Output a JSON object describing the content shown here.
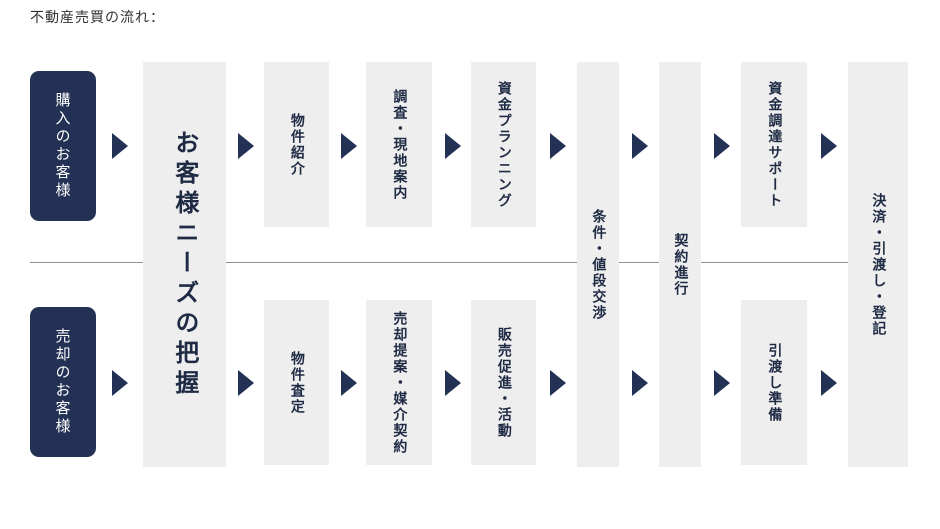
{
  "title": "不動産売買の流れ：",
  "customers": {
    "buy": "購入のお客様",
    "sell": "売却のお客様"
  },
  "steps": {
    "needs": "お客様ニーズの把握",
    "buy_intro": "物件紹介",
    "buy_survey": "調査・現地案内",
    "buy_plan": "資金プランニング",
    "negotiation": "条件・値段交渉",
    "contract": "契約進行",
    "buy_funding": "資金調達サポート",
    "settlement": "決済・引渡し・登記",
    "sell_appraisal": "物件査定",
    "sell_proposal": "売却提案・媒介契約",
    "sell_promo": "販売促進・活動",
    "sell_handover_prep": "引渡し準備"
  },
  "colors": {
    "navy": "#223154",
    "box": "#eeeeee",
    "divider": "#8f8f8f"
  }
}
